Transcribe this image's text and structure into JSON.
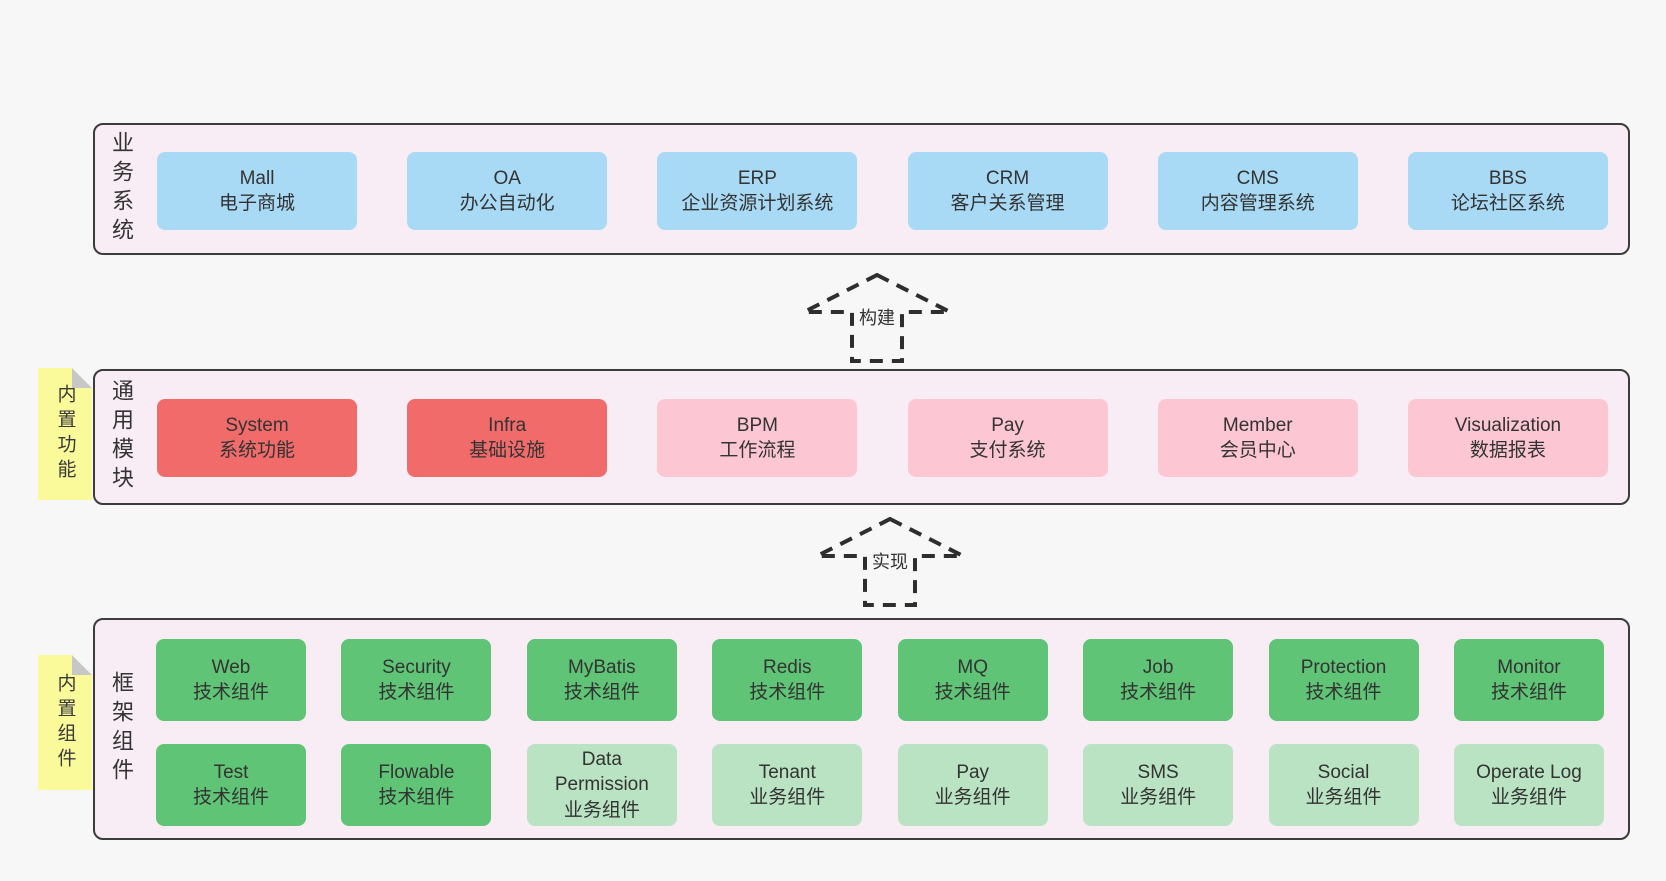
{
  "sections": {
    "business": {
      "label": "业务系统",
      "items": [
        {
          "name": "Mall",
          "desc": "电子商城",
          "variant": "blue"
        },
        {
          "name": "OA",
          "desc": "办公自动化",
          "variant": "blue"
        },
        {
          "name": "ERP",
          "desc": "企业资源计划系统",
          "variant": "blue"
        },
        {
          "name": "CRM",
          "desc": "客户关系管理",
          "variant": "blue"
        },
        {
          "name": "CMS",
          "desc": "内容管理系统",
          "variant": "blue"
        },
        {
          "name": "BBS",
          "desc": "论坛社区系统",
          "variant": "blue"
        }
      ]
    },
    "modules": {
      "label": "通用模块",
      "tag": "内置功能",
      "items": [
        {
          "name": "System",
          "desc": "系统功能",
          "variant": "red"
        },
        {
          "name": "Infra",
          "desc": "基础设施",
          "variant": "red"
        },
        {
          "name": "BPM",
          "desc": "工作流程",
          "variant": "pink"
        },
        {
          "name": "Pay",
          "desc": "支付系统",
          "variant": "pink"
        },
        {
          "name": "Member",
          "desc": "会员中心",
          "variant": "pink"
        },
        {
          "name": "Visualization",
          "desc": "数据报表",
          "variant": "pink"
        }
      ]
    },
    "components": {
      "label": "框架组件",
      "tag": "内置组件",
      "rows": [
        [
          {
            "name": "Web",
            "desc": "技术组件",
            "variant": "green"
          },
          {
            "name": "Security",
            "desc": "技术组件",
            "variant": "green"
          },
          {
            "name": "MyBatis",
            "desc": "技术组件",
            "variant": "green"
          },
          {
            "name": "Redis",
            "desc": "技术组件",
            "variant": "green"
          },
          {
            "name": "MQ",
            "desc": "技术组件",
            "variant": "green"
          },
          {
            "name": "Job",
            "desc": "技术组件",
            "variant": "green"
          },
          {
            "name": "Protection",
            "desc": "技术组件",
            "variant": "green"
          },
          {
            "name": "Monitor",
            "desc": "技术组件",
            "variant": "green"
          }
        ],
        [
          {
            "name": "Test",
            "desc": "技术组件",
            "variant": "green"
          },
          {
            "name": "Flowable",
            "desc": "技术组件",
            "variant": "green"
          },
          {
            "name": "Data Permission",
            "desc": "业务组件",
            "variant": "lightgreen"
          },
          {
            "name": "Tenant",
            "desc": "业务组件",
            "variant": "lightgreen"
          },
          {
            "name": "Pay",
            "desc": "业务组件",
            "variant": "lightgreen"
          },
          {
            "name": "SMS",
            "desc": "业务组件",
            "variant": "lightgreen"
          },
          {
            "name": "Social",
            "desc": "业务组件",
            "variant": "lightgreen"
          },
          {
            "name": "Operate Log",
            "desc": "业务组件",
            "variant": "lightgreen"
          }
        ]
      ]
    }
  },
  "arrows": [
    {
      "label": "构建"
    },
    {
      "label": "实现"
    }
  ],
  "colors": {
    "page_bg": "#f7f7f7",
    "section_bg": "#f8ecf5",
    "section_border": "#3c3c3c",
    "blue_box": "#a9daf5",
    "red_box": "#f16b6b",
    "pink_box": "#fcc7d2",
    "green_box": "#5fc476",
    "lightgreen_box": "#b9e3c2",
    "tag_bg": "#fafa9b",
    "tag_fold": "#c7c7c7",
    "text": "#333333"
  }
}
